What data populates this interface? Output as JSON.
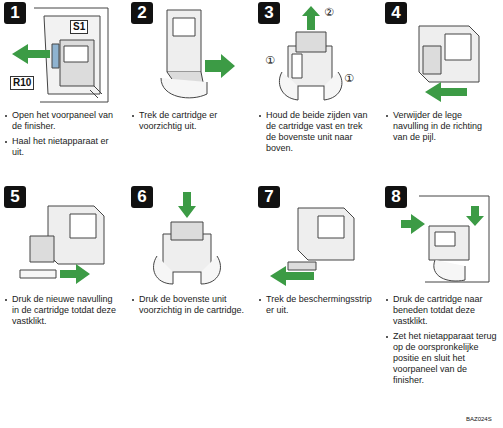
{
  "diagram": {
    "nodes": [
      {
        "text": [
          "1",
          "Open het voorpaneel van de finisher.",
          "Haal het nietapparaat er uit."
        ]
      },
      {
        "text": [
          "2",
          "Trek de cartridge er voorzichtig uit."
        ]
      },
      {
        "text": [
          "3",
          "Houd de beide zijden van de cartridge vast en trek de bovenste unit naar boven."
        ]
      },
      {
        "text": [
          "4",
          "Verwijder de lege navulling in de richting van de pijl."
        ]
      },
      {
        "text": [
          "5",
          "Druk de nieuwe navulling in de cartridge totdat deze vastklikt."
        ]
      },
      {
        "text": [
          "6",
          "Druk de bovenste unit voorzichtig in de cartridge."
        ]
      },
      {
        "text": [
          "7",
          "Trek de beschermingsstrip er uit."
        ]
      },
      {
        "text": [
          "8",
          "Druk de cartridge naar beneden totdat deze vastklikt.",
          "Zet het nietapparaat terug op de oorspronkelijke positie en sluit het voorpaneel van de finisher."
        ]
      }
    ],
    "labels": [
      "R10",
      "S1",
      "①",
      "②",
      "①",
      "BAZ024S"
    ]
  }
}
